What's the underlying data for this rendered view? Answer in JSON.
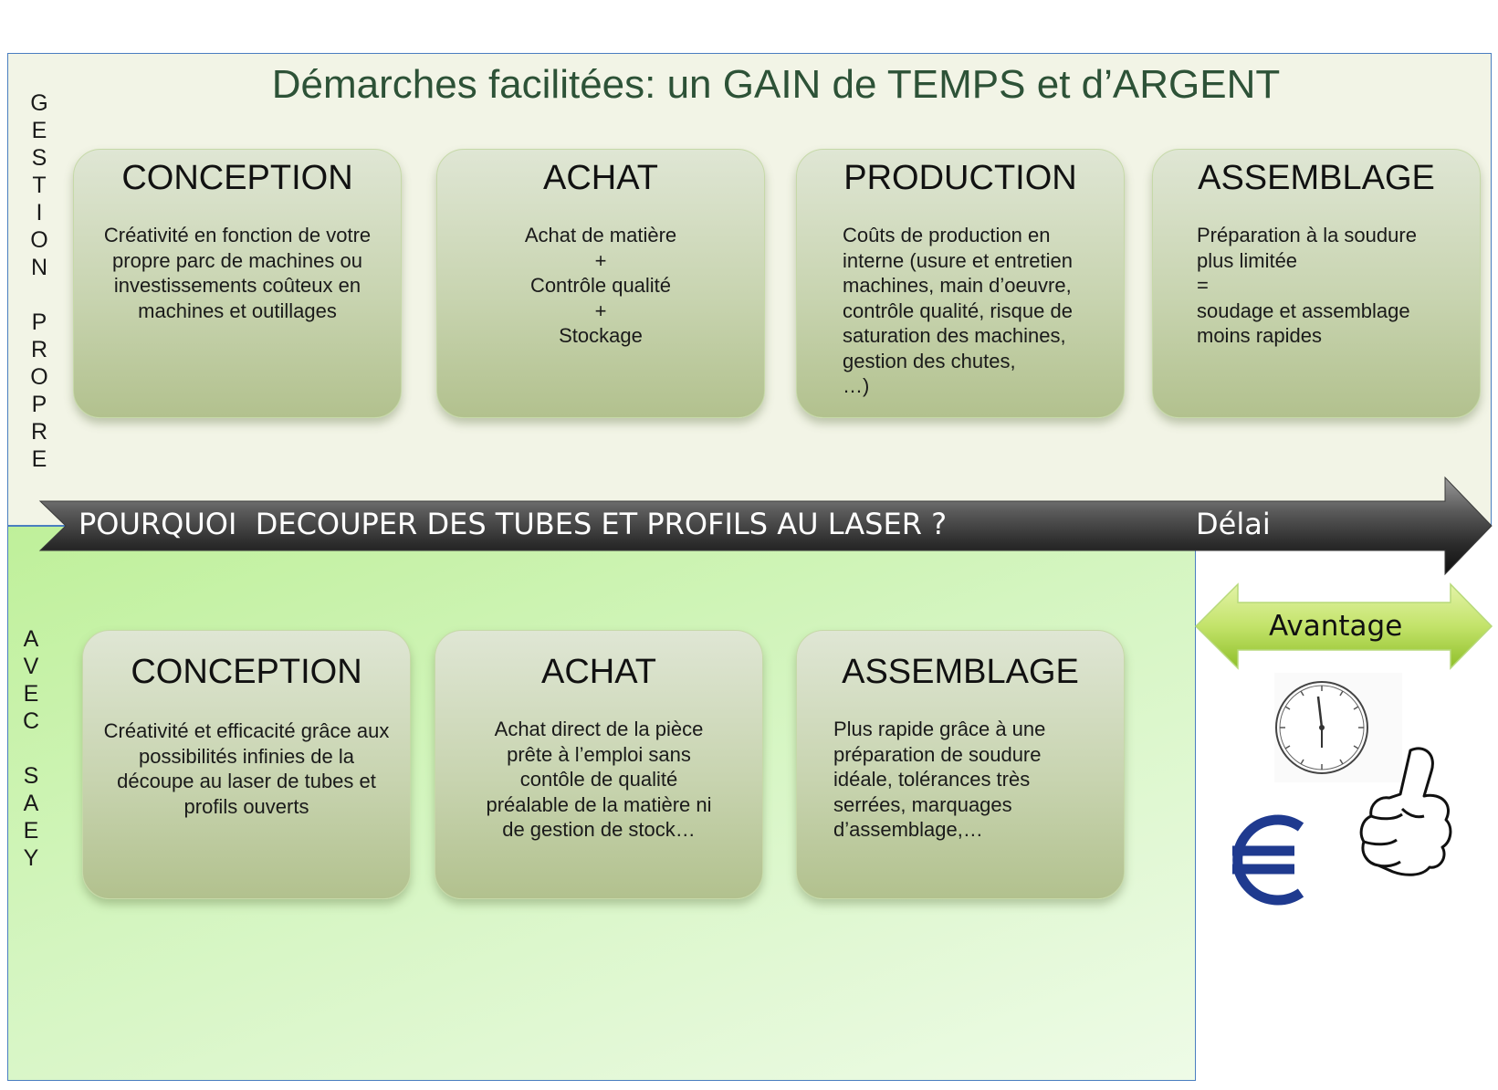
{
  "title": "Démarches facilitées: un GAIN de TEMPS et d’ARGENT",
  "gestion_label": "G\nE\nS\nT\nI\nO\nN\n\nP\nR\nO\nP\nR\nE",
  "saey_label": "A\nV\nE\nC\n\nS\nA\nE\nY",
  "arrow": {
    "label": "POURQUOI  DECOUPER DES TUBES ET PROFILS AU LASER ?",
    "delai": "Délai"
  },
  "avantage": "Avantage",
  "top_cards": [
    {
      "title": "CONCEPTION",
      "body": "Créativité en fonction de votre\npropre parc de machines ou\ninvestissements coûteux en\nmachines et outillages"
    },
    {
      "title": "ACHAT",
      "body": "Achat de matière\n+\nContrôle qualité\n+\nStockage"
    },
    {
      "title": "PRODUCTION",
      "body": "Coûts de production en\ninterne (usure et entretien\nmachines, main d’oeuvre,\ncontrôle qualité, risque de\nsaturation des machines,\ngestion des chutes,\n…)"
    },
    {
      "title": "ASSEMBLAGE",
      "body": "Préparation à la soudure\nplus limitée\n=\nsoudage et assemblage\nmoins rapides"
    }
  ],
  "bottom_cards": [
    {
      "title": "CONCEPTION",
      "body": "Créativité et efficacité grâce aux\npossibilités infinies de la\ndécoupe au laser de tubes et\nprofils ouverts"
    },
    {
      "title": "ACHAT",
      "body": "Achat direct de la pièce\nprête à l’emploi sans\ncontôle de qualité\npréalable de la matière ni\nde gestion de stock…"
    },
    {
      "title": "ASSEMBLAGE",
      "body": "Plus rapide grâce à une\npréparation de soudure\nidéale, tolérances très\nserrées, marquages\nd’assemblage,…"
    }
  ],
  "icons": [
    "clock-icon",
    "thumbs-up-icon",
    "euro-icon"
  ],
  "colors": {
    "title": "#2d5237",
    "border": "#4a7ec0",
    "card_top": "#dfe6d4",
    "card_bottom": "#b2c18e",
    "arrow_dark": "#1e1e1e",
    "avantage_green": "#a6d34a"
  }
}
